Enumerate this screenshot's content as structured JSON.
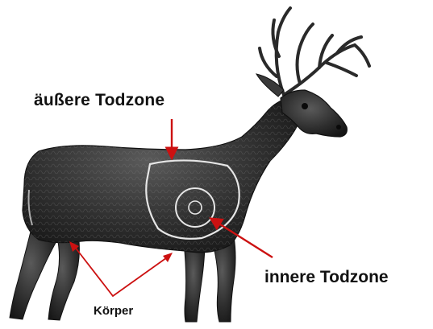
{
  "labels": {
    "outer_kill_zone": "äußere Todzone",
    "inner_kill_zone": "innere Todzone",
    "body": "Körper"
  },
  "colors": {
    "background": "#ffffff",
    "arrow": "#cc1111",
    "target_body": "#2a2a2a",
    "zone_outline": "#e6e6e6",
    "label_text": "#111111"
  },
  "icons": [
    "deer-target-illustration",
    "arrow-icon"
  ]
}
